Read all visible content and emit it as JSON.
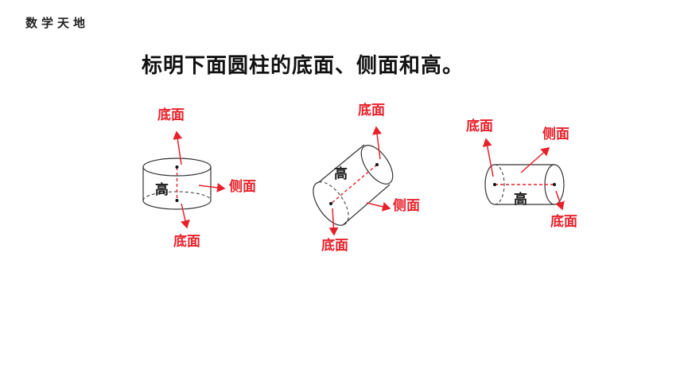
{
  "header": {
    "title": "数学天地"
  },
  "instruction": "标明下面圆柱的底面、侧面和高。",
  "colors": {
    "annotation": "#e8202a",
    "outline": "#333333"
  },
  "figures": [
    {
      "base_top": "底面",
      "side": "侧面",
      "height": "高",
      "base_bottom": "底面"
    },
    {
      "base_top": "高",
      "side": "底面",
      "height": "侧面",
      "base_bottom": "底面"
    },
    {
      "base_top": "底面",
      "side": "侧面",
      "height": "高",
      "base_bottom": "底面"
    }
  ]
}
